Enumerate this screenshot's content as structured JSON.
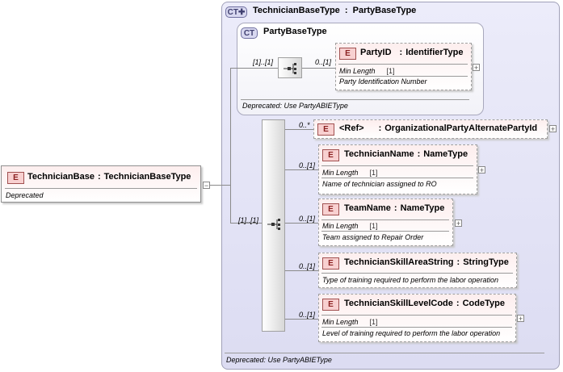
{
  "root": {
    "badge": "E",
    "name": "TechnicianBase",
    "colon": ":",
    "type": "TechnicianBaseType",
    "doc": "Deprecated",
    "expander": "−"
  },
  "complex_type": {
    "badge": "CT",
    "name": "TechnicianBaseType",
    "colon": ":",
    "base": "PartyBaseType",
    "doc": "Deprecated: Use PartyABIEType"
  },
  "base_type": {
    "badge": "CT",
    "name": "PartyBaseType",
    "doc": "Deprecated: Use PartyABIEType",
    "sequence_cardinality": "[1]..[1]",
    "party_id": {
      "badge": "E",
      "name": "PartyID",
      "colon": ":",
      "type": "IdentifierType",
      "cardinality": "0..[1]",
      "facet_label": "Min Length",
      "facet_value": "[1]",
      "doc": "Party Identification Number",
      "expander": "+"
    }
  },
  "sequence_cardinality": "[1]..[1]",
  "children": [
    {
      "badge": "E",
      "name": "<Ref>",
      "colon": ":",
      "type": "OrganizationalPartyAlternatePartyId",
      "cardinality": "0..*",
      "expander": "+"
    },
    {
      "badge": "E",
      "name": "TechnicianName",
      "colon": ":",
      "type": "NameType",
      "cardinality": "0..[1]",
      "facet_label": "Min Length",
      "facet_value": "[1]",
      "doc": "Name of technician assigned to RO",
      "expander": "+"
    },
    {
      "badge": "E",
      "name": "TeamName",
      "colon": ":",
      "type": "NameType",
      "cardinality": "0..[1]",
      "facet_label": "Min Length",
      "facet_value": "[1]",
      "doc": "Team assigned to Repair Order",
      "expander": "+"
    },
    {
      "badge": "E",
      "name": "TechnicianSkillAreaString",
      "colon": ":",
      "type": "StringType",
      "cardinality": "0..[1]",
      "doc": "Type of training required to perform the labor operation"
    },
    {
      "badge": "E",
      "name": "TechnicianSkillLevelCode",
      "colon": ":",
      "type": "CodeType",
      "cardinality": "0..[1]",
      "facet_label": "Min Length",
      "facet_value": "[1]",
      "doc": "Level of training required to perform the labor operation",
      "expander": "+"
    }
  ]
}
